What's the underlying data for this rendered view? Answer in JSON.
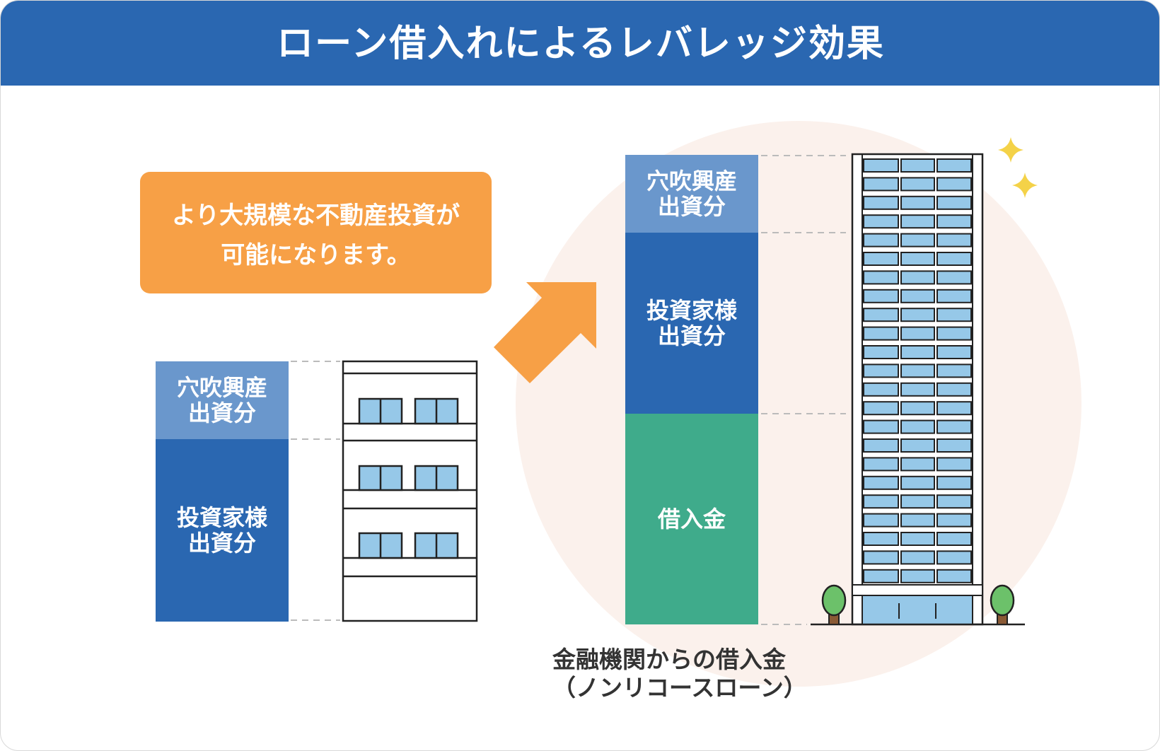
{
  "header": {
    "title": "ローン借入れによるレバレッジ効果"
  },
  "callout": {
    "text": "より大規模な不動産投資が\n可能になります。"
  },
  "small_bar": {
    "segments": [
      {
        "label": "穴吹興産\n出資分",
        "color": "#6a97cc"
      },
      {
        "label": "投資家様\n出資分",
        "color": "#2a67b1"
      }
    ]
  },
  "large_bar": {
    "segments": [
      {
        "label": "穴吹興産\n出資分",
        "color": "#6a97cc"
      },
      {
        "label": "投資家様\n出資分",
        "color": "#2a67b1"
      },
      {
        "label": "借入金",
        "color": "#3fab8b"
      }
    ]
  },
  "caption": "金融機関からの借入金\n（ノンリコースローン）",
  "icons": [
    "arrow-up-right-icon",
    "small-building-icon",
    "tall-building-icon",
    "tree-icon",
    "sparkle-icon"
  ],
  "colors": {
    "header": "#2a67b1",
    "accent": "#f7a046",
    "loan": "#3fab8b",
    "window": "#96c8e8",
    "circle": "#fbf1ec"
  }
}
